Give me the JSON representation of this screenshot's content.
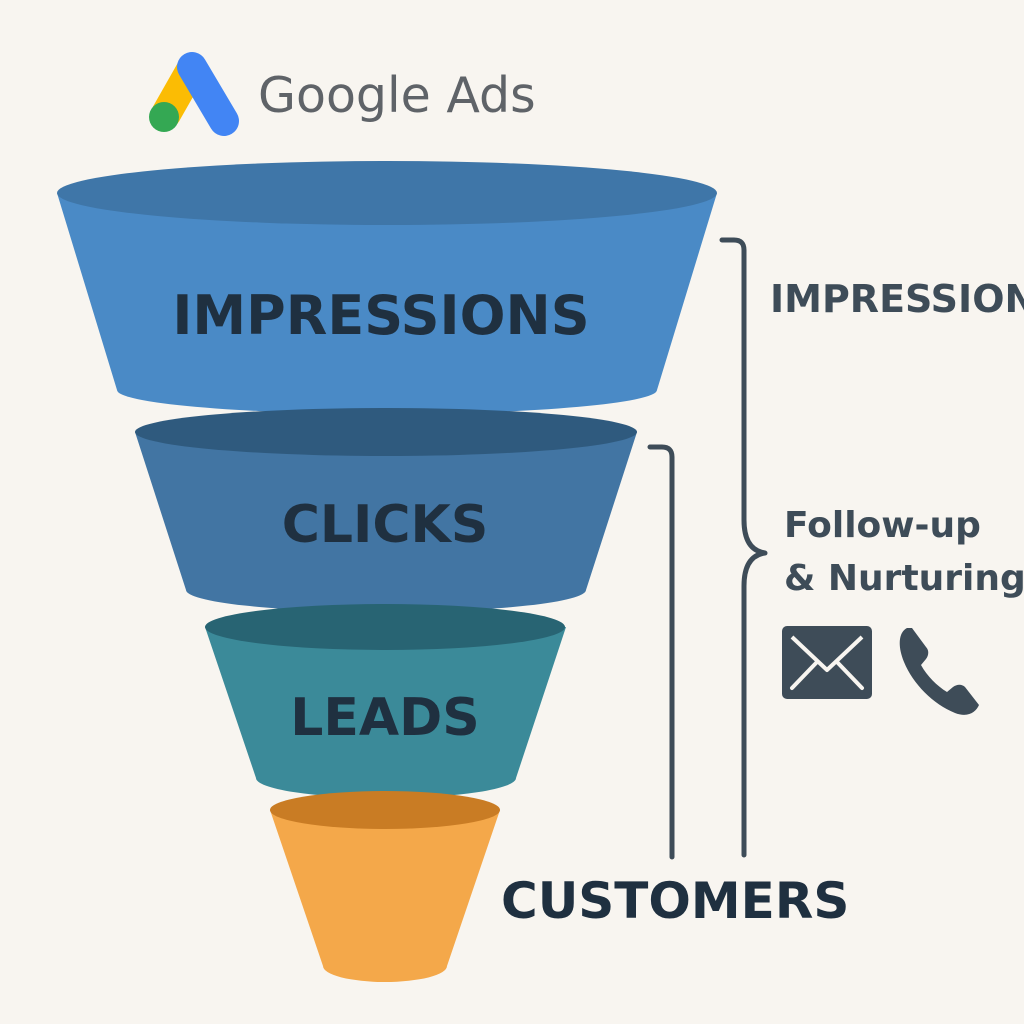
{
  "brand": {
    "name": "Google Ads",
    "logo_colors": {
      "yellow": "#fbbc04",
      "blue": "#4285f4",
      "green": "#34a853"
    }
  },
  "funnel": {
    "stages": [
      {
        "id": "impressions",
        "label": "IMPRESSIONS",
        "color": "#4a8ac6",
        "top_color": "#3f76a8"
      },
      {
        "id": "clicks",
        "label": "CLICKS",
        "color": "#4275a3",
        "top_color": "#2f5a7e"
      },
      {
        "id": "leads",
        "label": "LEADS",
        "color": "#3b8a99",
        "top_color": "#286473"
      },
      {
        "id": "customers",
        "label": "",
        "color": "#f4a84a",
        "top_color": "#c97c24"
      }
    ]
  },
  "annotations": {
    "outer_bracket_label": "IMPRESSIONS",
    "follow_up_line1": "Follow-up",
    "follow_up_line2": "& Nurturing",
    "customers_label": "CUSTOMERS",
    "icons": [
      "envelope-icon",
      "phone-icon"
    ],
    "text_color": "#3e4c58"
  }
}
